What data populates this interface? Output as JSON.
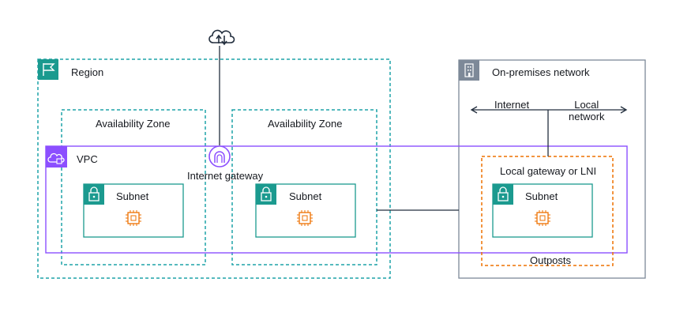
{
  "diagram": {
    "region_label": "Region",
    "az1_label": "Availability Zone",
    "az2_label": "Availability Zone",
    "vpc_label": "VPC",
    "igw_label": "Internet gateway",
    "subnet1_label": "Subnet",
    "subnet2_label": "Subnet",
    "subnet3_label": "Subnet",
    "onprem_label": "On-premises network",
    "internet_label": "Internet",
    "local_network_label": "Local\nnetwork",
    "local_gateway_label": "Local gateway or LNI",
    "outposts_label": "Outposts"
  },
  "colors": {
    "teal": "#1fa3a8",
    "teal_fill": "#1b9a8f",
    "purple": "#8c4fff",
    "orange": "#ed7100",
    "gray": "#7d8998"
  },
  "icons": [
    "cloud-upload-download-icon",
    "flag-icon",
    "building-icon",
    "vpc-cloud-lock-icon",
    "internet-gateway-icon",
    "lock-icon",
    "chip-icon"
  ]
}
